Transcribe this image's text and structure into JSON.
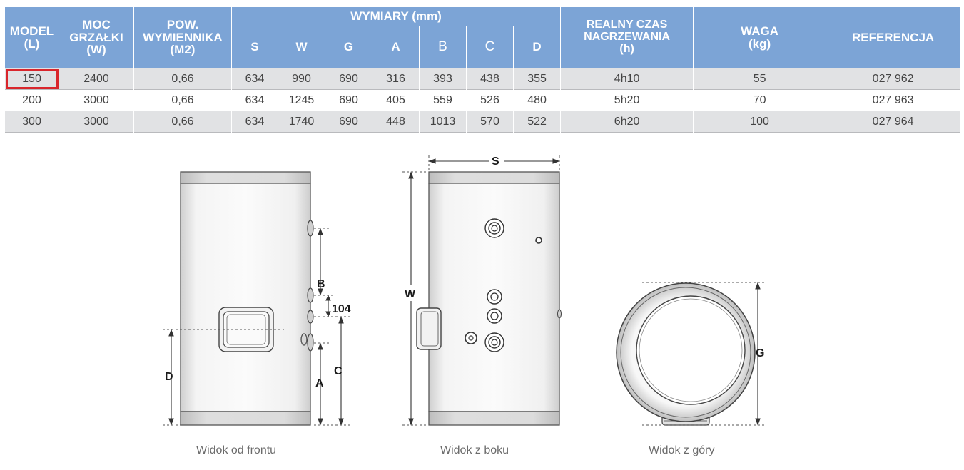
{
  "table": {
    "headers": {
      "model": [
        "MODEL",
        "(L)"
      ],
      "power": [
        "MOC",
        "GRZAŁKI",
        "(W)"
      ],
      "exchanger": [
        "POW.",
        "WYMIENNIKA",
        "(M2)"
      ],
      "dimensions": "WYMIARY (mm)",
      "dim_cols": [
        "S",
        "W",
        "G",
        "A",
        "B",
        "C",
        "D"
      ],
      "heating_time": [
        "REALNY CZAS",
        "NAGRZEWANIA",
        "(h)"
      ],
      "weight": [
        "WAGA",
        "(kg)"
      ],
      "reference": "REFERENCJA"
    },
    "rows": [
      [
        "150",
        "2400",
        "0,66",
        "634",
        "990",
        "690",
        "316",
        "393",
        "438",
        "355",
        "4h10",
        "55",
        "027 962"
      ],
      [
        "200",
        "3000",
        "0,66",
        "634",
        "1245",
        "690",
        "405",
        "559",
        "526",
        "480",
        "5h20",
        "70",
        "027 963"
      ],
      [
        "300",
        "3000",
        "0,66",
        "634",
        "1740",
        "690",
        "448",
        "1013",
        "570",
        "522",
        "6h20",
        "100",
        "027 964"
      ]
    ],
    "highlighted_cell": "150",
    "header_color": "#7ca4d6",
    "highlight_color": "#d9262c"
  },
  "drawings": {
    "front": {
      "caption": "Widok od frontu",
      "labels": {
        "b": "B",
        "gap": "104",
        "c": "C",
        "a": "A",
        "d": "D"
      }
    },
    "side": {
      "caption": "Widok z boku",
      "labels": {
        "s": "S",
        "w": "W"
      }
    },
    "top": {
      "caption": "Widok z góry",
      "labels": {
        "g": "G"
      }
    }
  }
}
